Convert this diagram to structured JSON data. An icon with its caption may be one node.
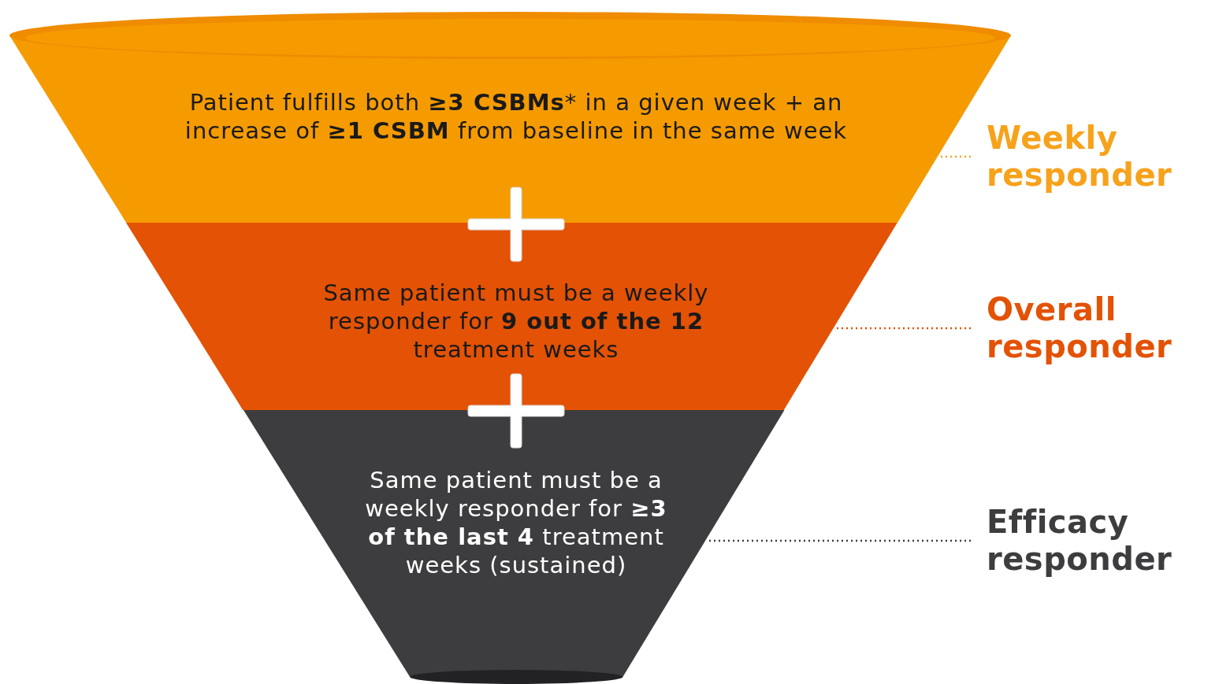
{
  "diagram": {
    "nodes": [
      {
        "text": [
          "Patient fulfills both **≥3 CSBMs*** in a given week + an increase of **≥1 CSBM** from baseline in the same week"
        ]
      },
      {
        "text": [
          "Same patient must be a weekly responder for **9 out of the 12** treatment weeks"
        ]
      },
      {
        "text": [
          "Same patient must be a weekly responder for **≥3 of the last 4** treatment weeks (sustained)"
        ]
      },
      {
        "text": [
          "Weekly responder"
        ]
      },
      {
        "text": [
          "Overall responder"
        ]
      },
      {
        "text": [
          "Efficacy responder"
        ]
      }
    ],
    "edges": [
      {
        "from": 3,
        "to": 0,
        "arrow": "none",
        "style": "dashed",
        "color": "#f7a21b"
      },
      {
        "from": 4,
        "to": 1,
        "arrow": "none",
        "style": "dashed",
        "color": "#e35205"
      },
      {
        "from": 5,
        "to": 2,
        "arrow": "none",
        "style": "dashed",
        "color": "#3d3d3f"
      }
    ]
  }
}
